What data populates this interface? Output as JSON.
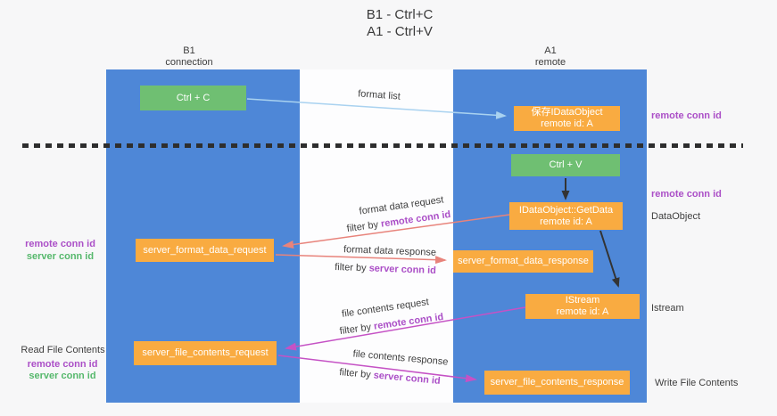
{
  "title": {
    "line1": "B1 - Ctrl+C",
    "line2": "A1 - Ctrl+V"
  },
  "lanes": {
    "left": {
      "name": "B1",
      "subtitle": "connection"
    },
    "right": {
      "name": "A1",
      "subtitle": "remote"
    }
  },
  "boxes": {
    "ctrl_c": {
      "label": "Ctrl + C"
    },
    "save_idataobject": {
      "line1": "保存IDataObject",
      "line2": "remote id: A"
    },
    "ctrl_v": {
      "label": "Ctrl + V"
    },
    "getdata": {
      "line1": "IDataObject::GetData",
      "line2": "remote id: A"
    },
    "format_request": {
      "label": "server_format_data_request"
    },
    "format_response": {
      "label": "server_format_data_response"
    },
    "istream": {
      "line1": "IStream",
      "line2": "remote id: A"
    },
    "file_request": {
      "label": "server_file_contents_request"
    },
    "file_response": {
      "label": "server_file_contents_response"
    }
  },
  "side_labels": {
    "right_top_remote_conn_id": "remote conn id",
    "right_mid_remote_conn_id": "remote conn id",
    "dataobject": "DataObject",
    "istream": "Istream",
    "write_file_contents": "Write File Contents",
    "left_mid_remote_conn_id": "remote conn id",
    "left_mid_server_conn_id": "server conn id",
    "read_file_contents": "Read File Contents",
    "left_bottom_remote_conn_id": "remote conn id",
    "left_bottom_server_conn_id": "server conn id"
  },
  "arrow_labels": {
    "format_list": "format list",
    "format_data_request": {
      "text": "format data request",
      "filter_prefix": "filter by ",
      "filter_key": "remote conn id"
    },
    "format_data_response": {
      "text": "format data response",
      "filter_prefix": "filter by ",
      "filter_key": "server conn id"
    },
    "file_contents_request": {
      "text": "file contents request",
      "filter_prefix": "filter by ",
      "filter_key": "remote conn id"
    },
    "file_contents_response": {
      "text": "file contents response",
      "filter_prefix": "filter by ",
      "filter_key": "server conn id"
    }
  },
  "colors": {
    "lane_blue": "#4e87d7",
    "green_box": "#6fbf72",
    "orange_box": "#f9ab41",
    "arrow_light_blue": "#a9d2f0",
    "arrow_salmon": "#e8837b",
    "arrow_magenta": "#c552c5",
    "arrow_black": "#333333",
    "label_purple": "#ab4fc7",
    "label_green": "#56b86c"
  }
}
